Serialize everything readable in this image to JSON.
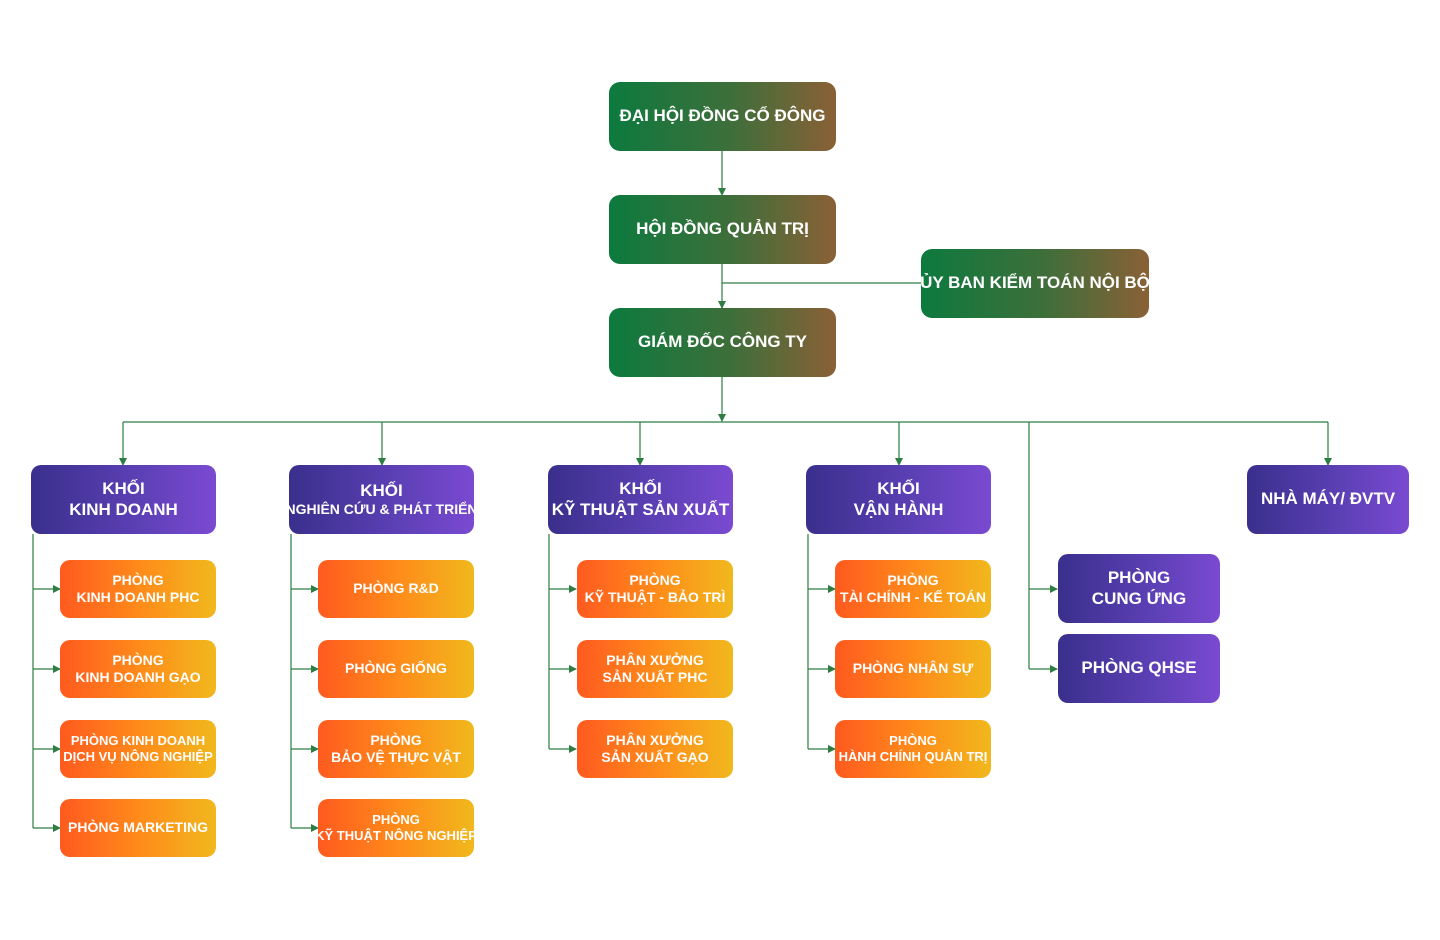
{
  "top": {
    "shareholders": "ĐẠI HỘI ĐỒNG CỔ ĐÔNG",
    "board": "HỘI ĐỒNG QUẢN TRỊ",
    "audit": "ỦY BAN KIỂM TOÁN NỘI BỘ",
    "director": "GIÁM ĐỐC CÔNG TY"
  },
  "blocks": {
    "sales": {
      "line1": "KHỐI",
      "line2": "KINH DOANH",
      "depts": [
        {
          "line1": "PHÒNG",
          "line2": "KINH DOANH PHC"
        },
        {
          "line1": "PHÒNG",
          "line2": "KINH DOANH GẠO"
        },
        {
          "line1": "PHÒNG KINH DOANH",
          "line2": "DỊCH VỤ NÔNG NGHIỆP"
        },
        {
          "line1": "PHÒNG MARKETING",
          "line2": ""
        }
      ]
    },
    "rnd": {
      "line1": "KHỐI",
      "line2": "NGHIÊN CỨU & PHÁT TRIỂN",
      "depts": [
        {
          "line1": "PHÒNG R&D",
          "line2": ""
        },
        {
          "line1": "PHÒNG GIỐNG",
          "line2": ""
        },
        {
          "line1": "PHÒNG",
          "line2": "BẢO VỆ THỰC VẬT"
        },
        {
          "line1": "PHÒNG",
          "line2": "KỸ THUẬT NÔNG NGHIỆP"
        }
      ]
    },
    "tech": {
      "line1": "KHỐI",
      "line2": "KỸ THUẬT SẢN XUẤT",
      "depts": [
        {
          "line1": "PHÒNG",
          "line2": "KỸ THUẬT - BẢO TRÌ"
        },
        {
          "line1": "PHÂN XƯỞNG",
          "line2": "SẢN XUẤT PHC"
        },
        {
          "line1": "PHÂN XƯỞNG",
          "line2": "SẢN XUẤT GẠO"
        }
      ]
    },
    "ops": {
      "line1": "KHỐI",
      "line2": "VẬN HÀNH",
      "depts": [
        {
          "line1": "PHÒNG",
          "line2": "TÀI CHÍNH - KẾ TOÁN"
        },
        {
          "line1": "PHÒNG NHÂN SỰ",
          "line2": ""
        },
        {
          "line1": "PHÒNG",
          "line2": "HÀNH CHÍNH QUẢN TRỊ"
        }
      ]
    }
  },
  "direct": {
    "supply": {
      "line1": "PHÒNG",
      "line2": "CUNG ỨNG"
    },
    "qhse": "PHÒNG QHSE",
    "factory": "NHÀ MÁY/ ĐVTV"
  },
  "colors": {
    "line": "#2e7d43",
    "green_start": "#0c7a3e",
    "green_end": "#8a6036",
    "purple_start": "#3a2f8c",
    "purple_end": "#7a4ad1",
    "orange_start": "#ff5a1f",
    "orange_end": "#f1b81d"
  }
}
